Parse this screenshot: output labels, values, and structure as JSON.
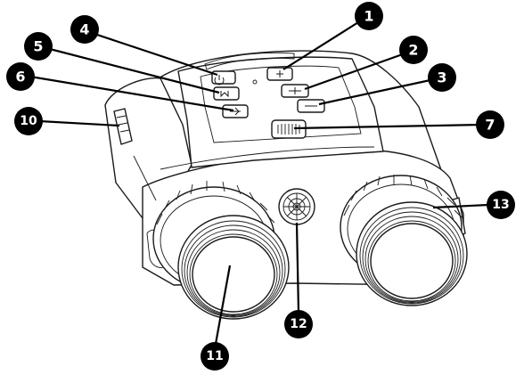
{
  "callouts": {
    "c1": "1",
    "c2": "2",
    "c3": "3",
    "c4": "4",
    "c5": "5",
    "c6": "6",
    "c7": "7",
    "c10": "10",
    "c11": "11",
    "c12": "12",
    "c13": "13"
  },
  "colors": {
    "ink": "#1a1a1a",
    "badge": "#000000",
    "background": "#ffffff"
  }
}
